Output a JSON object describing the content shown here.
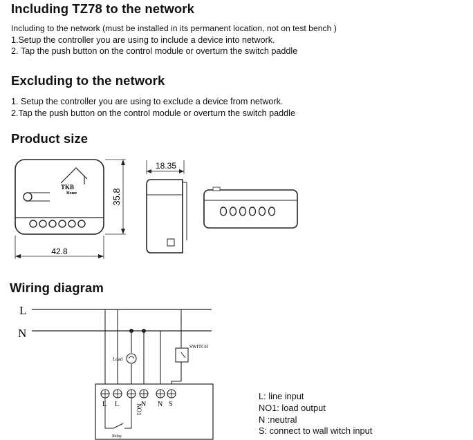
{
  "include": {
    "heading": "Including TZ78 to the network",
    "lines": [
      "Including to the network (must be installed in its permanent location, not on test bench )",
      "1.Setup the controller you are using to include a device  into network.",
      "2. Tap the push button on the control module or overturn the switch paddle"
    ]
  },
  "exclude": {
    "heading": "Excluding to the network",
    "lines": [
      "1. Setup the controller you are using to exclude a device from network.",
      "2.Tap the push button on the control module or overturn the switch paddle"
    ]
  },
  "product": {
    "heading": "Product size",
    "logo_top": "TKB",
    "logo_bottom": "Home",
    "dim_width": "42.8",
    "dim_height": "35.8",
    "dim_depth": "18.35"
  },
  "wiring": {
    "heading": "Wiring diagram",
    "line_L": "L",
    "line_N": "N",
    "load_label": "Load",
    "switch_label": "SWITCH",
    "relay_label": "Relay",
    "terminals": [
      "L",
      "L",
      "NO1",
      "N",
      "N",
      "S"
    ],
    "legend": [
      "L: line input",
      "NO1: load output",
      "N :neutral",
      "S: connect to wall witch input"
    ]
  }
}
